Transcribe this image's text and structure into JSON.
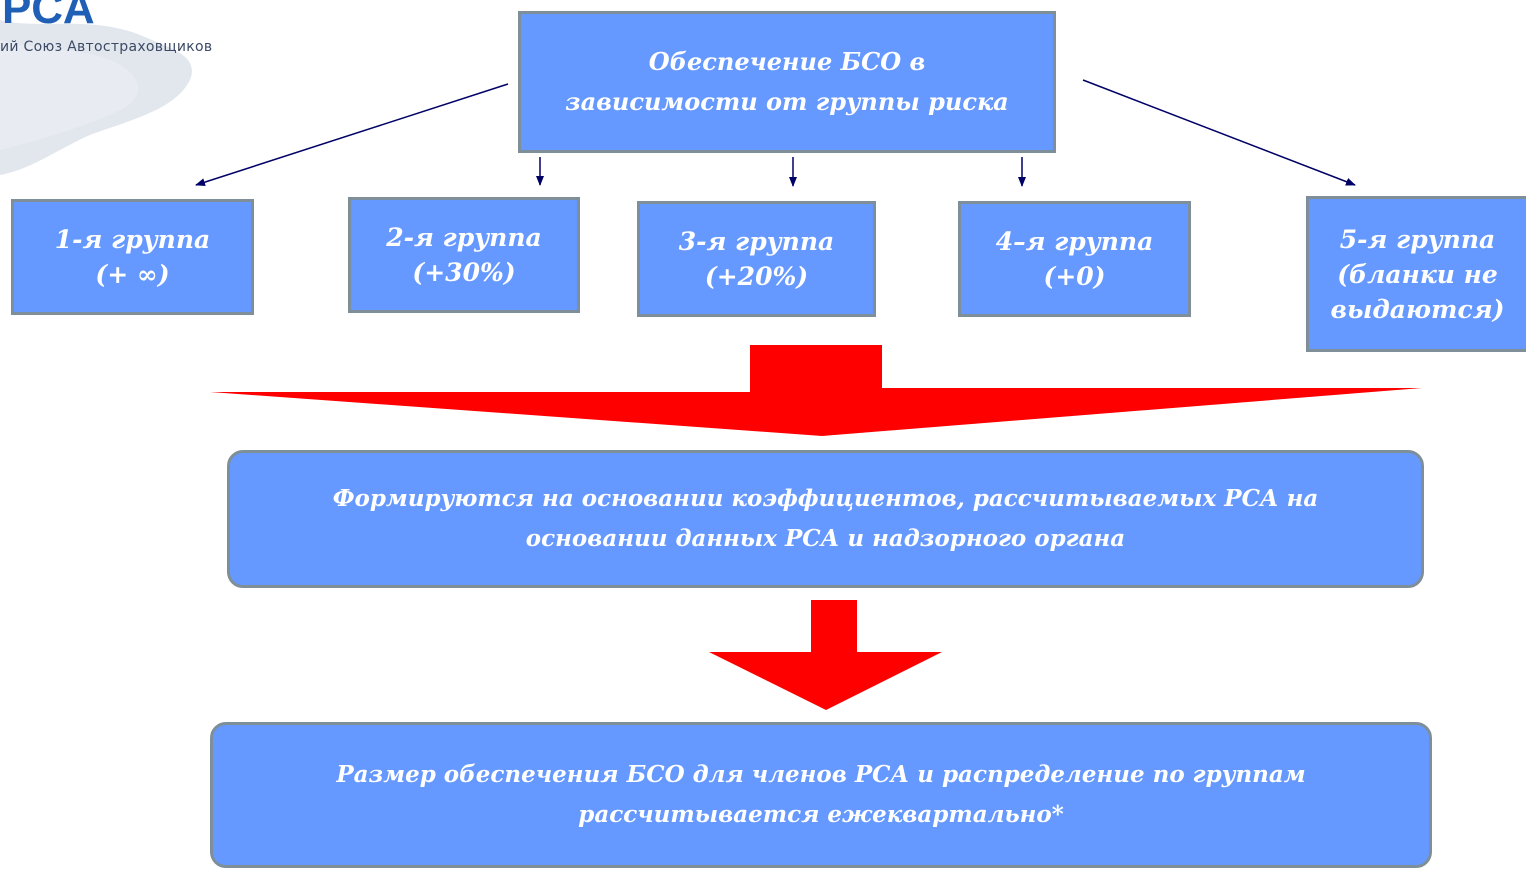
{
  "logo": {
    "text": "РСА",
    "subtitle": "ий Союз Автостраховщиков"
  },
  "colors": {
    "box_fill": "#6699ff",
    "box_border": "#7e8f9a",
    "arrow_red": "#ff0000",
    "connector": "#000066"
  },
  "diagram": {
    "top": {
      "line1": "Обеспечение БСО в",
      "line2": "зависимости от группы риска"
    },
    "groups": [
      {
        "line1": "1-я группа",
        "line2": "(+ ∞)"
      },
      {
        "line1": "2-я группа",
        "line2": "(+30%)"
      },
      {
        "line1": "3-я группа",
        "line2": "(+20%)"
      },
      {
        "line1": "4–я группа",
        "line2": "(+0)"
      },
      {
        "line1": "5-я группа",
        "line2": "(бланки не",
        "line3": "выдаются)"
      }
    ],
    "middle": {
      "line1": "Формируются на основании коэффициентов, рассчитываемых РСА на",
      "line2": "основании данных РСА и надзорного органа"
    },
    "bottom": {
      "line1": "Размер обеспечения БСО для членов РСА и распределение по группам",
      "line2": "рассчитывается ежеквартально*"
    }
  }
}
